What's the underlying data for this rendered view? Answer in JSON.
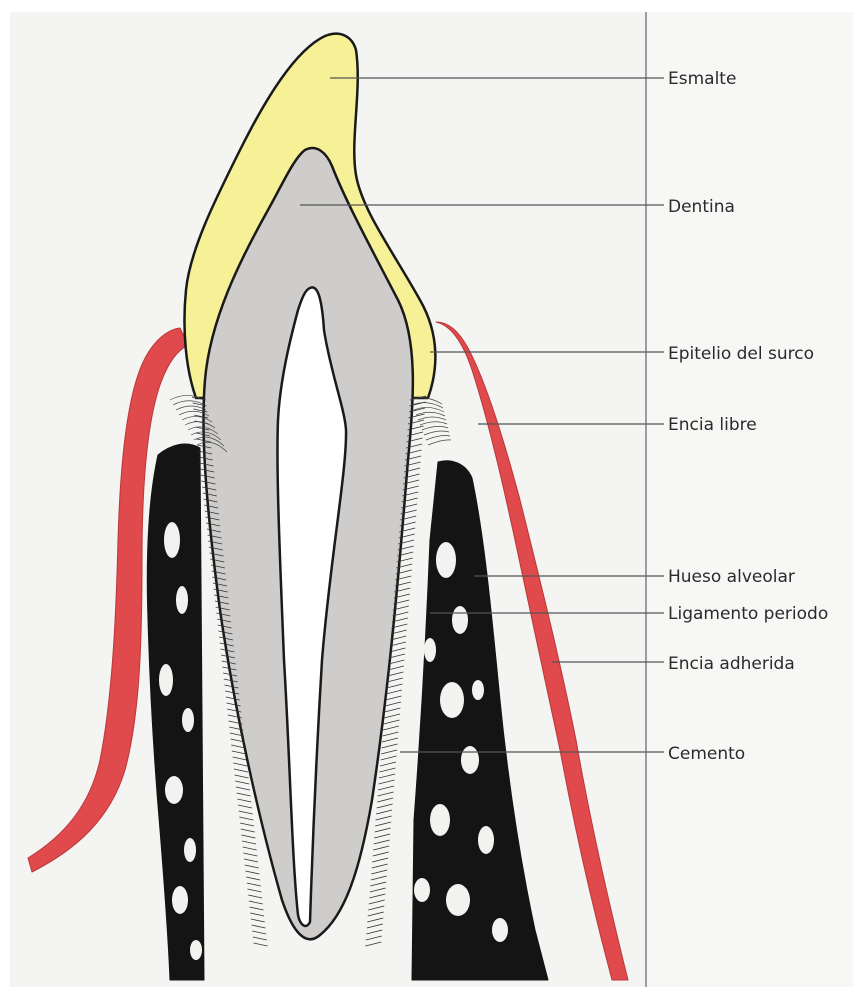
{
  "labels": {
    "esmalte": "Esmalte",
    "dentina": "Dentina",
    "epitelio": "Epitelio del surco",
    "encia_libre": "Encia libre",
    "hueso": "Hueso alveolar",
    "ligamento": "Ligamento periodo",
    "encia_adherida": "Encia adherida",
    "cemento": "Cemento"
  },
  "colors": {
    "enamel": "#f6f096",
    "dentin": "#cfcdcb",
    "pulp": "#ffffff",
    "gingiva": "#e04a4c",
    "bone": "#141414",
    "leader": "#555555"
  }
}
